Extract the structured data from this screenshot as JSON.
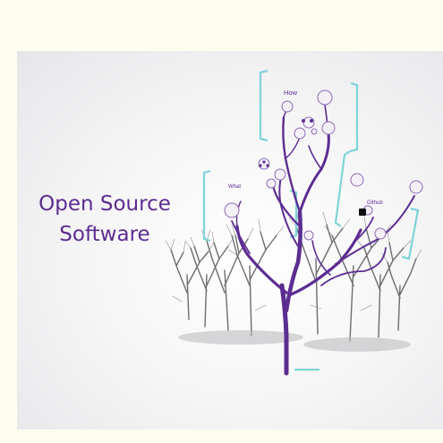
{
  "slide": {
    "title_line1": "Open Source",
    "title_line2": "Software"
  },
  "tree": {
    "branch_labels": {
      "how": "How",
      "what": "What",
      "github": "Github"
    },
    "colors": {
      "trunk": "#5c2d91",
      "bracket": "#7fd3d9",
      "title": "#5c2d91"
    }
  }
}
